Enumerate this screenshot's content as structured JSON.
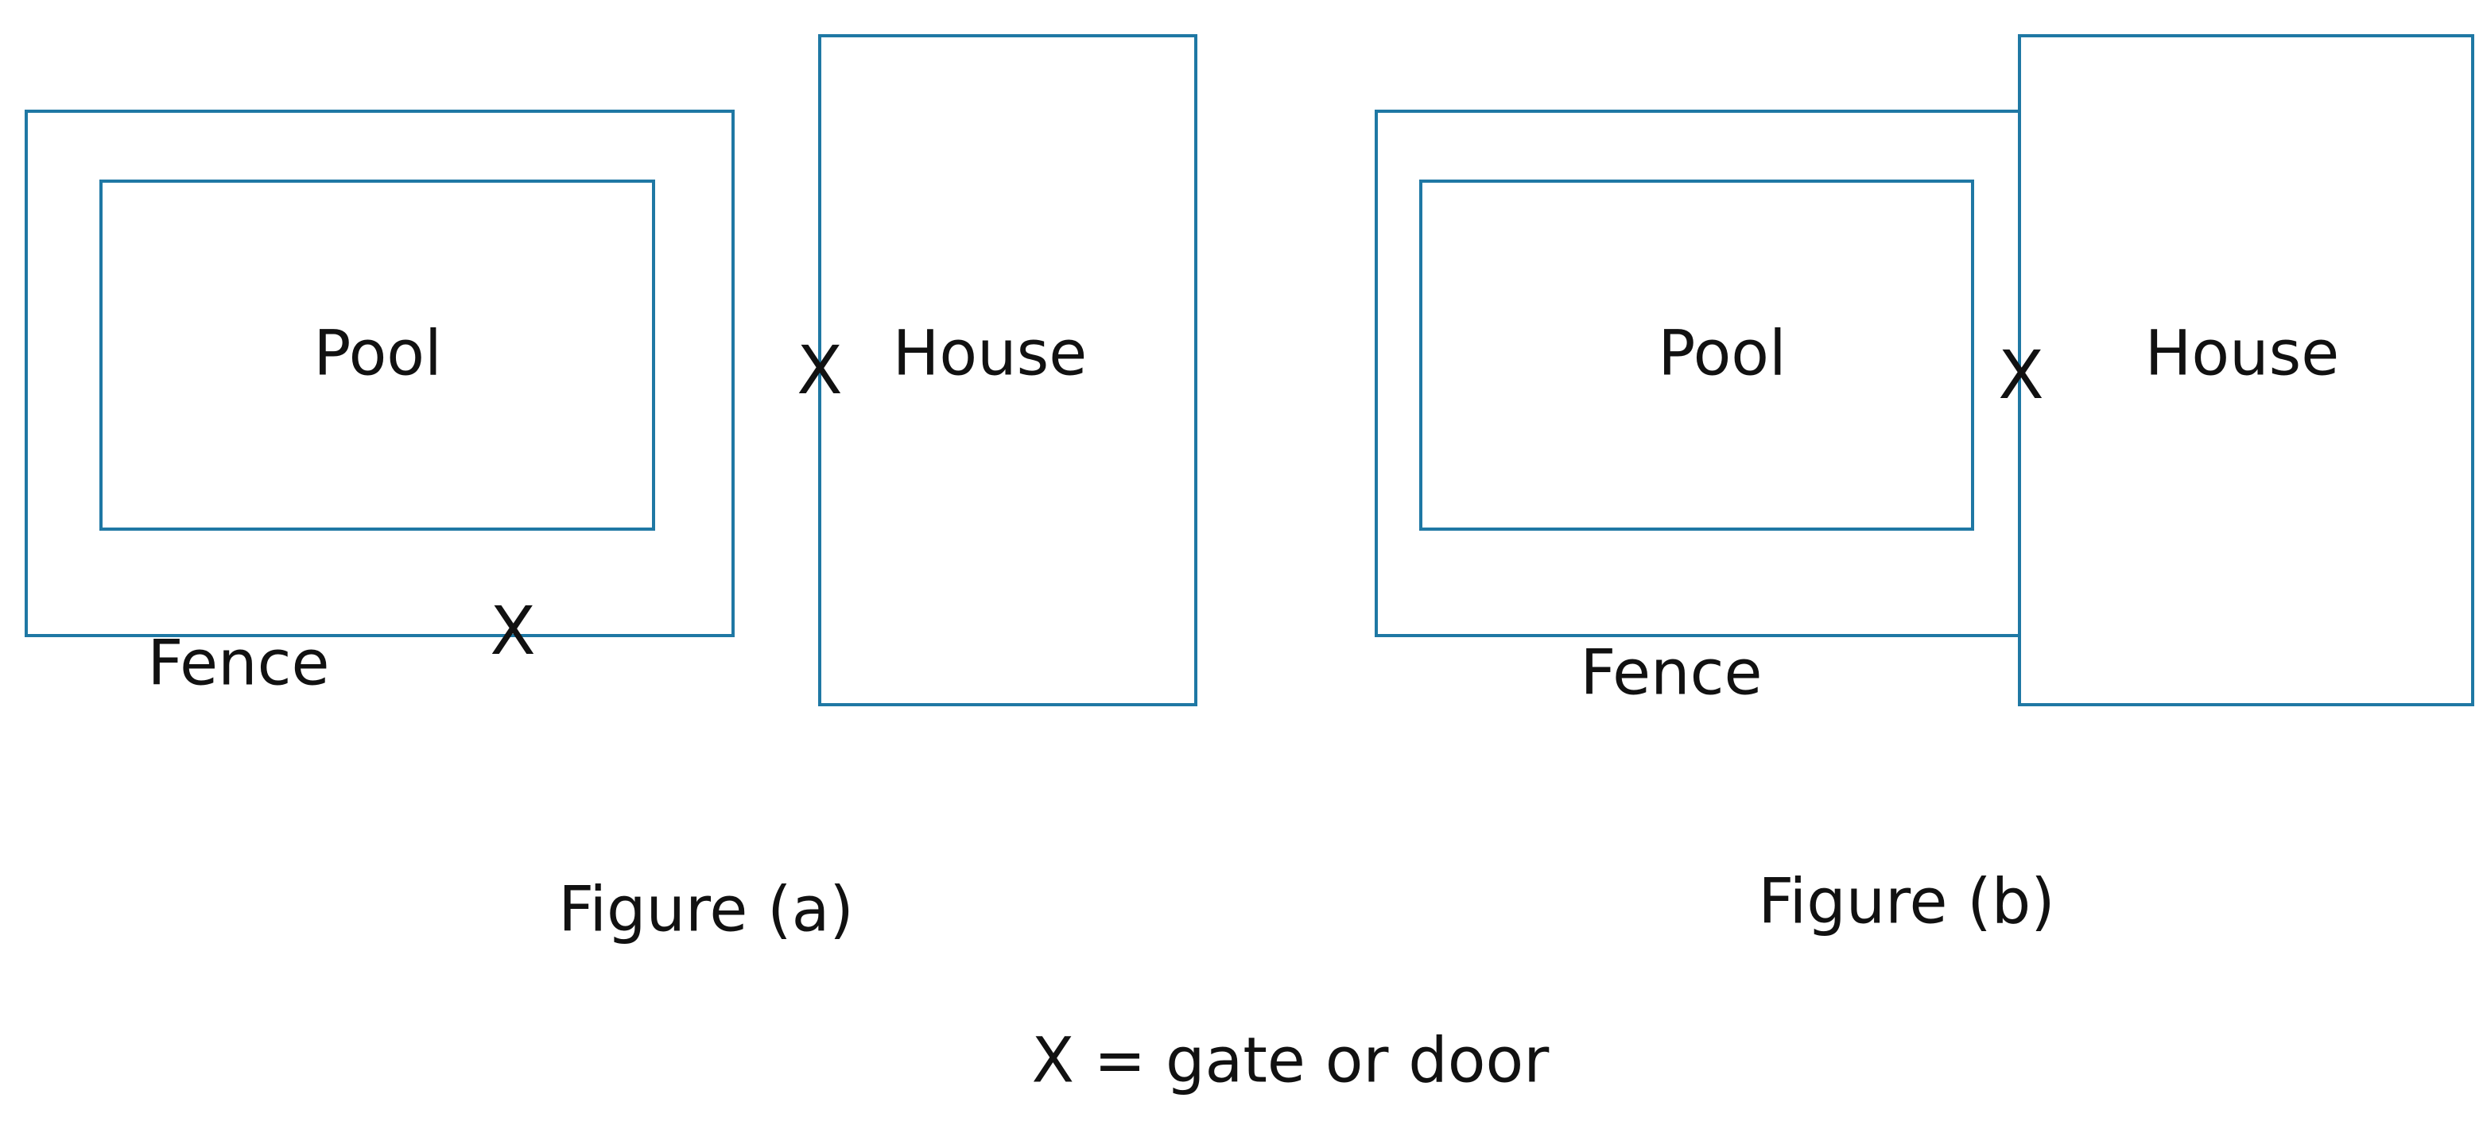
{
  "colors": {
    "outline": "#1f78a4",
    "text": "#111111",
    "background": "#ffffff"
  },
  "figure_a": {
    "pool_label": "Pool",
    "house_label": "House",
    "fence_label": "Fence",
    "gate_mark": "X",
    "door_mark": "X",
    "caption": "Figure (a)"
  },
  "figure_b": {
    "pool_label": "Pool",
    "house_label": "House",
    "fence_label": "Fence",
    "door_mark": "X",
    "caption": "Figure (b)"
  },
  "legend": "X = gate or door"
}
